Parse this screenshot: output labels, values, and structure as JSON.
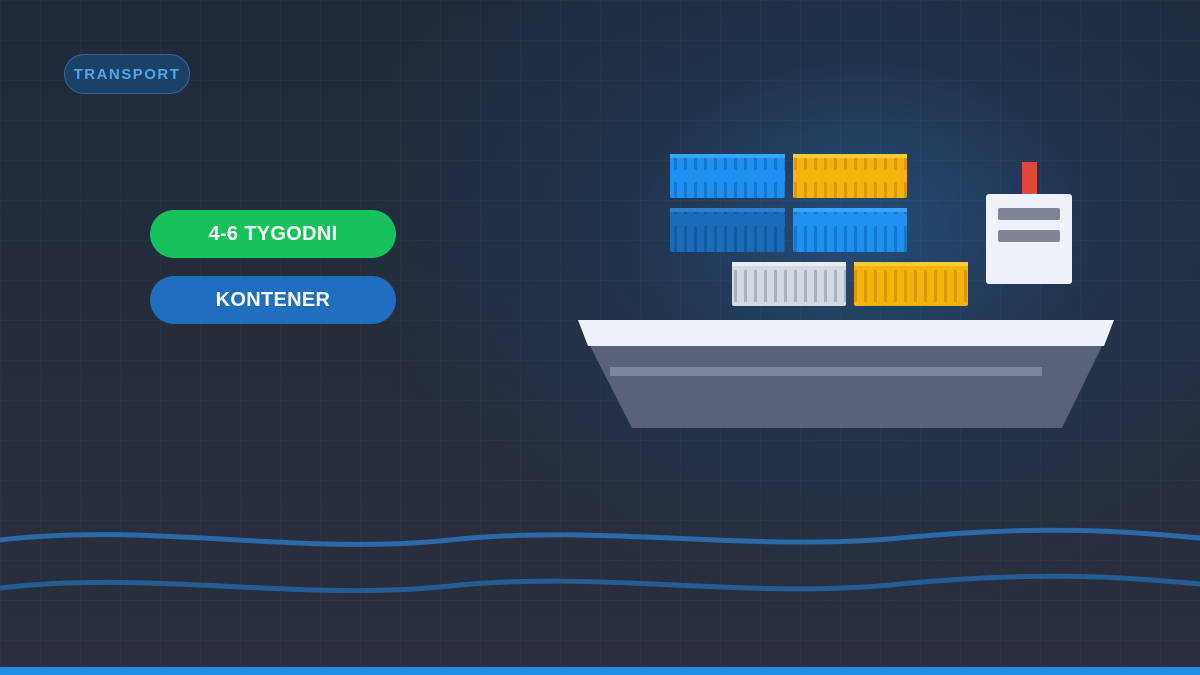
{
  "badge": {
    "label": "TRANSPORT"
  },
  "tags": {
    "duration": "4-6 TYGODNI",
    "method": "KONTENER"
  },
  "colors": {
    "duration_pill": "#16c25a",
    "method_pill": "#1f6fbd",
    "badge_text": "#4fa7ee",
    "container_blue": "#1e90f0",
    "container_dark_blue": "#1a6cb8",
    "container_yellow": "#f4b40c",
    "container_grey": "#d3dae3",
    "hull": "#59627a",
    "deck": "#eef2f8",
    "chimney": "#e0483e",
    "waves": "#2a6aa8",
    "bottom_bar": "#1f8fe6"
  },
  "icons": [
    "cargo-ship-icon",
    "shipping-container-icon",
    "waves-icon"
  ]
}
